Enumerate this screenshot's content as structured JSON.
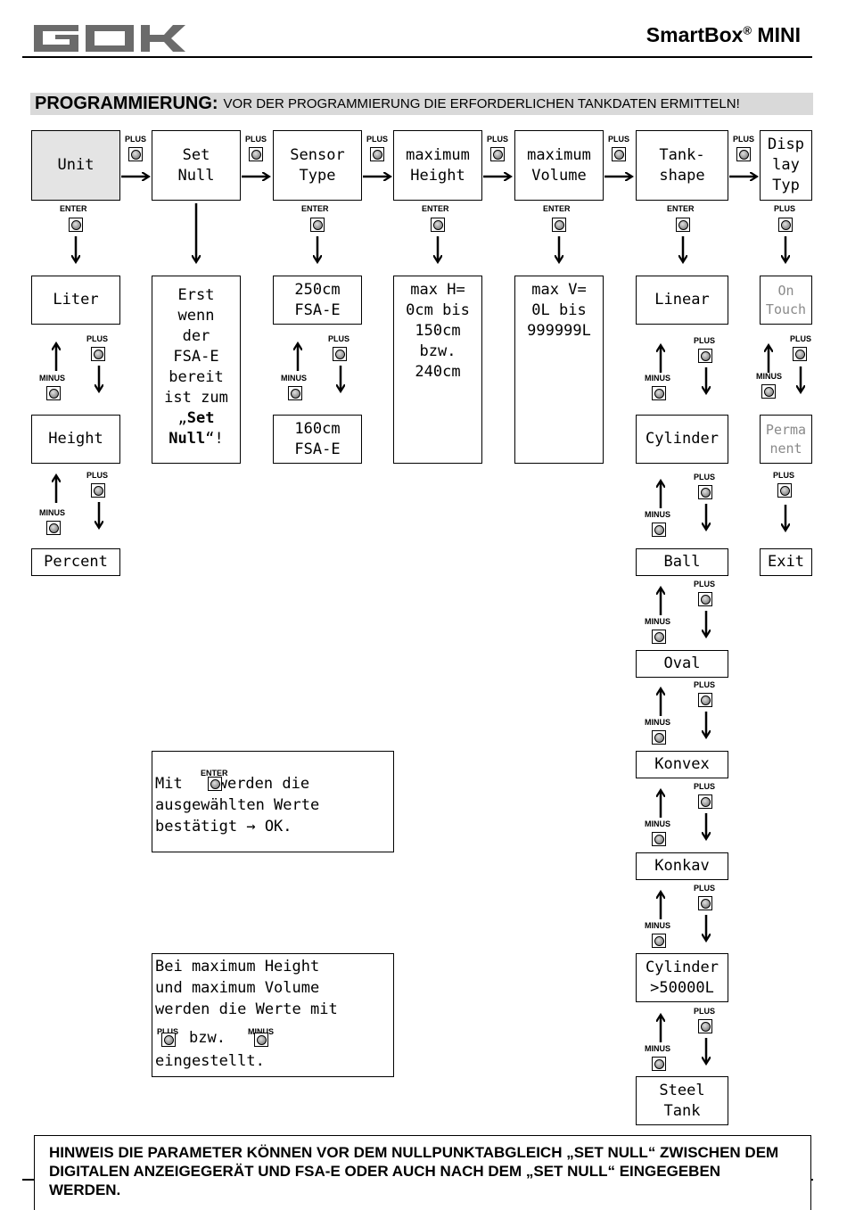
{
  "header": {
    "brand": "SmartBox",
    "brand_sup": "®",
    "brand_suffix": " MINI",
    "logo_text": "GOK"
  },
  "section": {
    "title": "PROGRAMMIERUNG:",
    "subtitle": "VOR DER PROGRAMMIERUNG DIE ERFORDERLICHEN TANKDATEN ERMITTELN!"
  },
  "buttons": {
    "plus": "PLUS",
    "minus": "MINUS",
    "enter": "ENTER"
  },
  "menu": [
    {
      "label": "Unit"
    },
    {
      "label": "Set\nNull"
    },
    {
      "label": "Sensor\nType"
    },
    {
      "label": "maximum\nHeight"
    },
    {
      "label": "maximum\nVolume"
    },
    {
      "label": "Tank-\nshape"
    },
    {
      "label": "Disp\nlay\nTyp"
    }
  ],
  "unit_options": [
    "Liter",
    "Height",
    "Percent"
  ],
  "set_null_info": {
    "text": "Erst\nwenn\nder\nFSA-E\nbereit\nist zum\n„",
    "bold": "Set\nNull",
    "tail": "“!"
  },
  "sensor_options": [
    "250cm\nFSA-E",
    "160cm\nFSA-E"
  ],
  "max_height_info": "max H=\n0cm bis\n150cm\nbzw.\n240cm",
  "max_volume_info": "max V=\n0L bis\n999999L",
  "tank_shapes": [
    "Linear",
    "Cylinder",
    "Ball",
    "Oval",
    "Konvex",
    "Konkav",
    "Cylinder\n>50000L",
    "Steel\nTank"
  ],
  "display_options": [
    "On\nTouch",
    "Perma\nnent",
    "Exit"
  ],
  "note_enter": {
    "pre": "Mit",
    "post": "werden die",
    "line2": "ausgewählten Werte",
    "line3": "bestätigt → OK."
  },
  "note_values": {
    "line1": "Bei maximum Height",
    "line2": "und maximum Volume",
    "line3": "werden die Werte mit",
    "mid": "bzw.",
    "line5": "eingestellt."
  },
  "footer_note": "HINWEIS DIE PARAMETER KÖNNEN VOR DEM NULLPUNKTABGLEICH „SET NULL“ ZWISCHEN DEM DIGITALEN ANZEIGEGERÄT UND FSA-E ODER AUCH NACH DEM „SET NULL“ EINGEGEBEN WERDEN."
}
